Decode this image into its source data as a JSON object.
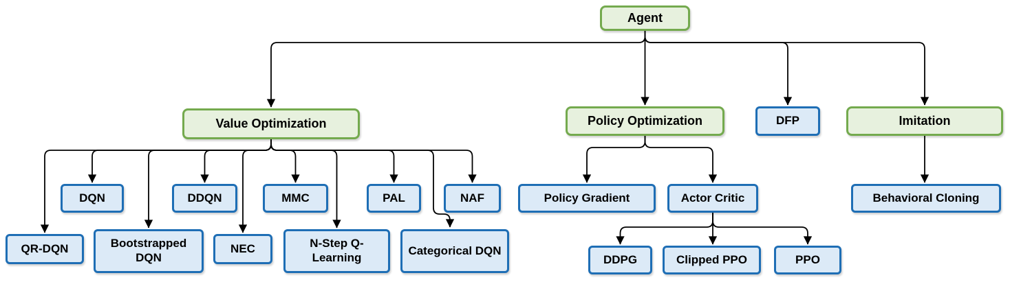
{
  "diagram": {
    "description": "Reinforcement learning agent type hierarchy flowchart",
    "colors": {
      "green_fill": "#E7F1DE",
      "green_border": "#74AA4E",
      "blue_fill": "#DCEAF7",
      "blue_border": "#1E6EB5",
      "line": "#000000",
      "text": "#000000",
      "background": "#FFFFFF"
    },
    "nodes": [
      {
        "id": "agent",
        "label": "Agent",
        "style": "green"
      },
      {
        "id": "value-optimization",
        "label": "Value Optimization",
        "style": "green"
      },
      {
        "id": "policy-optimization",
        "label": "Policy Optimization",
        "style": "green"
      },
      {
        "id": "dfp",
        "label": "DFP",
        "style": "blue"
      },
      {
        "id": "imitation",
        "label": "Imitation",
        "style": "green"
      },
      {
        "id": "dqn",
        "label": "DQN",
        "style": "blue"
      },
      {
        "id": "ddqn",
        "label": "DDQN",
        "style": "blue"
      },
      {
        "id": "mmc",
        "label": "MMC",
        "style": "blue"
      },
      {
        "id": "pal",
        "label": "PAL",
        "style": "blue"
      },
      {
        "id": "naf",
        "label": "NAF",
        "style": "blue"
      },
      {
        "id": "qr-dqn",
        "label": "QR-DQN",
        "style": "blue"
      },
      {
        "id": "bootstrapped-dqn",
        "label": "Bootstrapped DQN",
        "style": "blue"
      },
      {
        "id": "nec",
        "label": "NEC",
        "style": "blue"
      },
      {
        "id": "n-step-q-learning",
        "label": "N-Step Q-Learning",
        "style": "blue"
      },
      {
        "id": "categorical-dqn",
        "label": "Categorical DQN",
        "style": "blue"
      },
      {
        "id": "policy-gradient",
        "label": "Policy Gradient",
        "style": "blue"
      },
      {
        "id": "actor-critic",
        "label": "Actor Critic",
        "style": "blue"
      },
      {
        "id": "behavioral-cloning",
        "label": "Behavioral Cloning",
        "style": "blue"
      },
      {
        "id": "ddpg",
        "label": "DDPG",
        "style": "blue"
      },
      {
        "id": "clipped-ppo",
        "label": "Clipped PPO",
        "style": "blue"
      },
      {
        "id": "ppo",
        "label": "PPO",
        "style": "blue"
      }
    ],
    "edges": [
      {
        "from": "agent",
        "to": "value-optimization"
      },
      {
        "from": "agent",
        "to": "policy-optimization"
      },
      {
        "from": "agent",
        "to": "dfp"
      },
      {
        "from": "agent",
        "to": "imitation"
      },
      {
        "from": "value-optimization",
        "to": "qr-dqn"
      },
      {
        "from": "value-optimization",
        "to": "dqn"
      },
      {
        "from": "value-optimization",
        "to": "bootstrapped-dqn"
      },
      {
        "from": "value-optimization",
        "to": "ddqn"
      },
      {
        "from": "value-optimization",
        "to": "nec"
      },
      {
        "from": "value-optimization",
        "to": "mmc"
      },
      {
        "from": "value-optimization",
        "to": "n-step-q-learning"
      },
      {
        "from": "value-optimization",
        "to": "pal"
      },
      {
        "from": "value-optimization",
        "to": "categorical-dqn"
      },
      {
        "from": "value-optimization",
        "to": "naf"
      },
      {
        "from": "policy-optimization",
        "to": "policy-gradient"
      },
      {
        "from": "policy-optimization",
        "to": "actor-critic"
      },
      {
        "from": "imitation",
        "to": "behavioral-cloning"
      },
      {
        "from": "actor-critic",
        "to": "ddpg"
      },
      {
        "from": "actor-critic",
        "to": "clipped-ppo"
      },
      {
        "from": "actor-critic",
        "to": "ppo"
      }
    ]
  }
}
